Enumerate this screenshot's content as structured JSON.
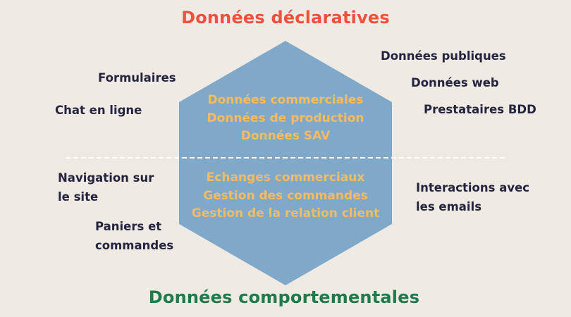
{
  "diagram": {
    "title_top": "Données déclaratives",
    "title_bottom": "Données comportementales",
    "colors": {
      "background": "#efebe4",
      "hexagon_fill": "#80a8c8",
      "title_top": "#f2503c",
      "title_bottom": "#1f7a4c",
      "inner_text": "#f7bb62",
      "outer_text": "#25243f",
      "divider": "#ffffff"
    },
    "hexagon": {
      "upper_items": [
        "Données commerciales",
        "Données de production",
        "Données SAV"
      ],
      "lower_items": [
        "Echanges commerciaux",
        "Gestion des commandes",
        "Gestion de la relation client"
      ]
    },
    "left_labels": {
      "formulaires": "Formulaires",
      "chat": "Chat en ligne",
      "navigation_line1": "Navigation sur",
      "navigation_line2": "le site",
      "paniers_line1": "Paniers et",
      "paniers_line2": "commandes"
    },
    "right_labels": {
      "publiques": "Données publiques",
      "web": "Données web",
      "prestataires": "Prestataires BDD",
      "interactions_line1": "Interactions avec",
      "interactions_line2": "les emails"
    }
  }
}
